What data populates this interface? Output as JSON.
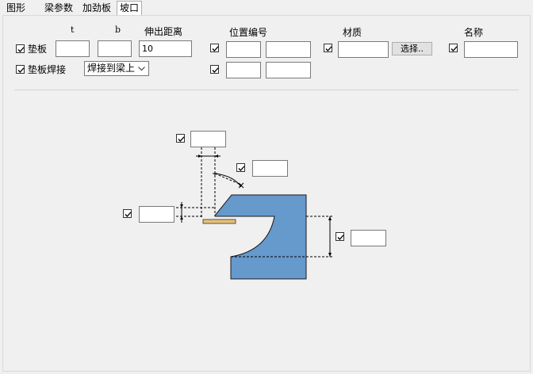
{
  "tabs": [
    {
      "label": "图形"
    },
    {
      "label": "梁参数"
    },
    {
      "label": "加劲板"
    },
    {
      "label": "坡口"
    }
  ],
  "headers": {
    "t": "t",
    "b": "b",
    "extend": "伸出距离",
    "position_no": "位置编号",
    "material": "材质",
    "name": "名称"
  },
  "pad": {
    "label": "垫板",
    "checked": true,
    "t_value": "",
    "b_value": "",
    "extend_value": "10",
    "position_checked": true,
    "position_value1": "",
    "position_value2": "",
    "material_checked": true,
    "material_value": "",
    "select_label": "选择..",
    "name_checked": true,
    "name_value": ""
  },
  "pad_weld": {
    "label": "垫板焊接",
    "checked": true,
    "option": "焊接到梁上",
    "position_checked": true,
    "position_value1": "",
    "position_value2": ""
  },
  "diagram": {
    "top_dim": {
      "checked": true,
      "value": ""
    },
    "angle": {
      "checked": true,
      "value": ""
    },
    "left_gap": {
      "checked": true,
      "value": ""
    },
    "right_height": {
      "checked": true,
      "value": ""
    },
    "colors": {
      "beam": "#6699cc",
      "pad": "#e8c07a"
    }
  }
}
